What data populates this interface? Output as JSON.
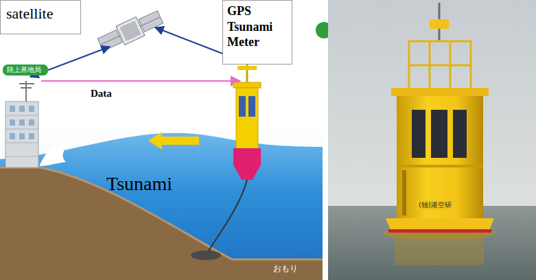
{
  "diagram": {
    "nodes": [
      {
        "text": [
          "satellite"
        ]
      },
      {
        "text": [
          "GPS Tsunami Meter"
        ]
      },
      {
        "text": [
          "陸上基地局"
        ]
      },
      {
        "text": [
          "Data"
        ]
      }
    ],
    "labels": [
      "Tsunami",
      "おもり",
      "(独)港空研"
    ]
  }
}
